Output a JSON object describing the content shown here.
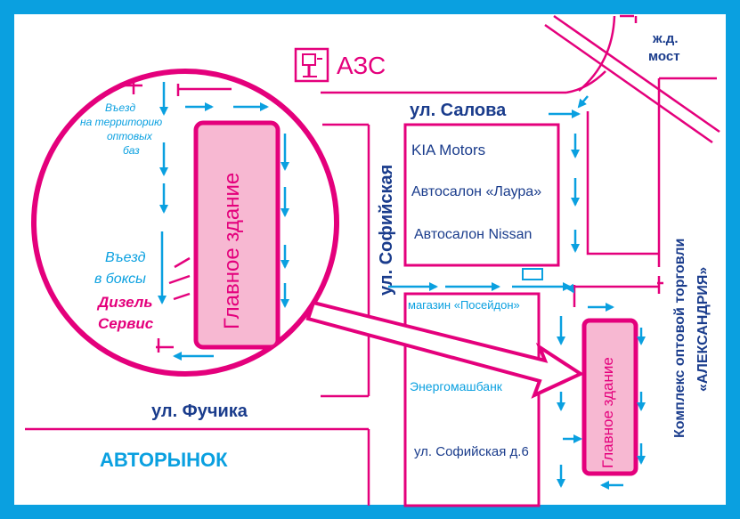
{
  "colors": {
    "frame": "#0aa0e0",
    "road": "#e4007c",
    "arrow": "#0aa0e0",
    "street_text": "#1a3c8c",
    "building_fill": "#f7b8d2",
    "magenta": "#e4007c"
  },
  "labels": {
    "azs": "АЗС",
    "rail_bridge_1": "ж.д.",
    "rail_bridge_2": "мост",
    "street_salova": "ул. Салова",
    "street_sofiyskaya": "ул. Софийская",
    "street_fuchika": "ул. Фучика",
    "avtorynok": "АВТОРЫНОК",
    "kia": "KIA Motors",
    "laura": "Автосалон «Лаура»",
    "nissan": "Автосалон Nissan",
    "poseidon": "магазин «Посейдон»",
    "energomash": "Энергомашбанк",
    "sofiyskaya6": "ул. Софийская д.6",
    "main_building": "Главное здание",
    "complex_1": "Комплекс оптовой торговли",
    "complex_2": "«АЛЕКСАНДРИЯ»",
    "entry_bases_1": "Въезд",
    "entry_bases_2": "на территорию",
    "entry_bases_3": "оптовых",
    "entry_bases_4": "баз",
    "entry_boxes_1": "Въезд",
    "entry_boxes_2": "в боксы",
    "diesel_1": "Дизель",
    "diesel_2": "Сервис"
  }
}
